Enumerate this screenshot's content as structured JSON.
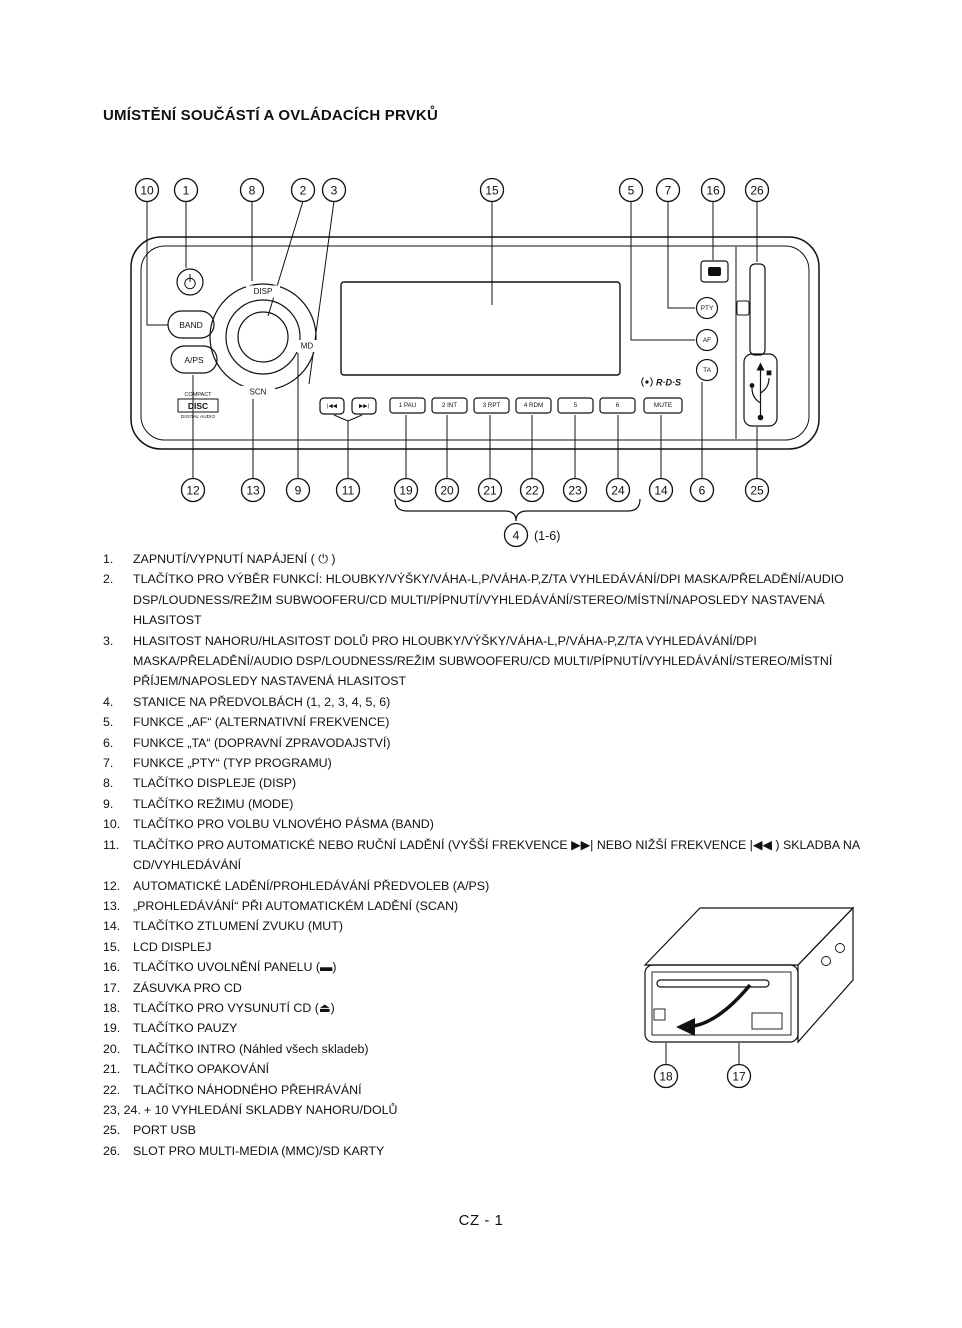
{
  "page": {
    "title": "UMÍSTĚNÍ SOUČÁSTÍ A OVLÁDACÍCH PRVKŮ",
    "footer": "CZ - 1"
  },
  "diagram": {
    "top_callouts": [
      "10",
      "1",
      "8",
      "2",
      "3",
      "15",
      "5",
      "7",
      "16",
      "26"
    ],
    "bottom_callouts": [
      "12",
      "13",
      "9",
      "11",
      "19",
      "20",
      "21",
      "22",
      "23",
      "24",
      "14",
      "6",
      "25"
    ],
    "group_callout": {
      "number": "4",
      "label": "(1-6)"
    },
    "panel": {
      "band": "BAND",
      "aps": "A/PS",
      "knob_labels": {
        "disp": "DISP",
        "mode": "MD",
        "scan": "SCN"
      },
      "cd_logo": {
        "compact": "COMPACT",
        "disc": "DISC",
        "digital": "DIGITAL AUDIO"
      },
      "seek_back": "|◀◀",
      "seek_fwd": "▶▶|",
      "preset_buttons": [
        "1 PAU",
        "2 INT",
        "3 RPT",
        "4 RDM",
        "5",
        "6"
      ],
      "mute": "MUTE",
      "rds": "R·D·S",
      "side_buttons": [
        "PTY",
        "AF",
        "TA"
      ]
    }
  },
  "items": [
    {
      "num": "1.",
      "text": "ZAPNUTÍ/VYPNUTÍ NAPÁJENÍ ( ⏻ )"
    },
    {
      "num": "2.",
      "text": "TLAČÍTKO PRO VÝBĚR FUNKCÍ: HLOUBKY/VÝŠKY/VÁHA-L,P/VÁHA-P,Z/TA VYHLEDÁVÁNÍ/DPI MASKA/PŘELADĚNÍ/AUDIO DSP/LOUDNESS/REŽIM SUBWOOFERU/CD MULTI/PÍPNUTÍ/VYHLEDÁVÁNÍ/STEREO/MÍSTNÍ/NAPOSLEDY NASTAVENÁ HLASITOST"
    },
    {
      "num": "3.",
      "text": "HLASITOST NAHORU/HLASITOST DOLŮ PRO HLOUBKY/VÝŠKY/VÁHA-L,P/VÁHA-P,Z/TA VYHLEDÁVÁNÍ/DPI MASKA/PŘELADĚNÍ/AUDIO DSP/LOUDNESS/REŽIM SUBWOOFERU/CD MULTI/PÍPNUTÍ/VYHLEDÁVÁNÍ/STEREO/MÍSTNÍ PŘÍJEM/NAPOSLEDY NASTAVENÁ HLASITOST"
    },
    {
      "num": "4.",
      "text": "STANICE NA PŘEDVOLBÁCH (1, 2, 3, 4, 5, 6)"
    },
    {
      "num": "5.",
      "text": "FUNKCE „AF“ (ALTERNATIVNÍ FREKVENCE)"
    },
    {
      "num": "6.",
      "text": "FUNKCE „TA“ (DOPRAVNÍ ZPRAVODAJSTVÍ)"
    },
    {
      "num": "7.",
      "text": "FUNKCE „PTY“ (TYP PROGRAMU)"
    },
    {
      "num": "8.",
      "text": "TLAČÍTKO DISPLEJE (DISP)"
    },
    {
      "num": "9.",
      "text": "TLAČÍTKO REŽIMU (MODE)"
    },
    {
      "num": "10.",
      "text": "TLAČÍTKO PRO VOLBU VLNOVÉHO PÁSMA (BAND)"
    },
    {
      "num": "11.",
      "text": "TLAČÍTKO PRO AUTOMATICKÉ NEBO RUČNÍ LADĚNÍ (VYŠŠÍ FREKVENCE ▶▶| NEBO NIŽŠÍ FREKVENCE |◀◀ ) SKLADBA NA CD/VYHLEDÁVÁNÍ"
    },
    {
      "num": "12.",
      "text": "AUTOMATICKÉ LADĚNÍ/PROHLEDÁVÁNÍ PŘEDVOLEB (A/PS)"
    },
    {
      "num": "13.",
      "text": "„PROHLEDÁVÁNÍ“ PŘI AUTOMATICKÉM LADĚNÍ (SCAN)"
    },
    {
      "num": "14.",
      "text": "TLAČÍTKO ZTLUMENÍ ZVUKU (MUT)"
    },
    {
      "num": "15.",
      "text": "LCD DISPLEJ"
    },
    {
      "num": "16.",
      "text": "TLAČÍTKO UVOLNĚNÍ PANELU (▬)"
    },
    {
      "num": "17.",
      "text": "ZÁSUVKA PRO CD"
    },
    {
      "num": "18.",
      "text": "TLAČÍTKO PRO VYSUNUTÍ CD (⏏)"
    },
    {
      "num": "19.",
      "text": "TLAČÍTKO PAUZY"
    },
    {
      "num": "20.",
      "text": "TLAČÍTKO INTRO (Náhled všech skladeb)"
    },
    {
      "num": "21.",
      "text": "TLAČÍTKO OPAKOVÁNÍ"
    },
    {
      "num": "22.",
      "text": "TLAČÍTKO NÁHODNÉHO PŘEHRÁVÁNÍ"
    },
    {
      "num": "23, 24.",
      "text": "+ 10 VYHLEDÁNÍ SKLADBY NAHORU/DOLŮ"
    },
    {
      "num": "25.",
      "text": "PORT USB"
    },
    {
      "num": "26.",
      "text": "SLOT PRO MULTI-MEDIA (MMC)/SD KARTY"
    }
  ],
  "sub_diagram": {
    "callouts": [
      "18",
      "17"
    ]
  }
}
